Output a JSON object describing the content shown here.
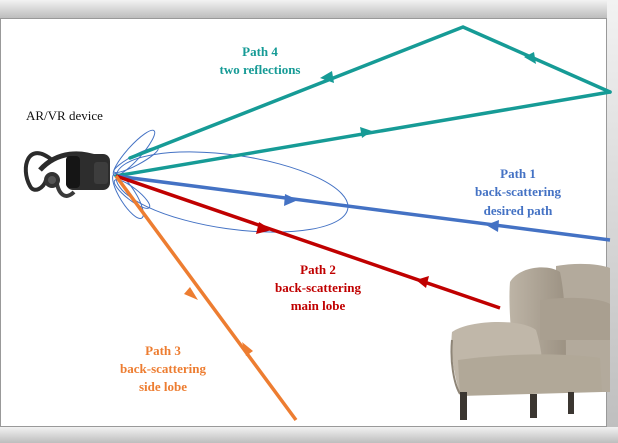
{
  "device": {
    "label": "AR/VR device",
    "icon": "vr-headset-icon"
  },
  "paths": [
    {
      "id": "path-4",
      "title": "Path 4",
      "subtitle": "two reflections",
      "color": "#169b96"
    },
    {
      "id": "path-1",
      "title": "Path 1",
      "line2": "back-scattering",
      "line3": "desired path",
      "color": "#4472c4"
    },
    {
      "id": "path-2",
      "title": "Path 2",
      "line2": "back-scattering",
      "line3": "main lobe",
      "color": "#c00000"
    },
    {
      "id": "path-3",
      "title": "Path 3",
      "line2": "back-scattering",
      "line3": "side lobe",
      "color": "#ed7d31"
    }
  ],
  "objects": [
    {
      "name": "armchair",
      "icon": "armchair-icon",
      "color": "#a79d8e"
    }
  ]
}
